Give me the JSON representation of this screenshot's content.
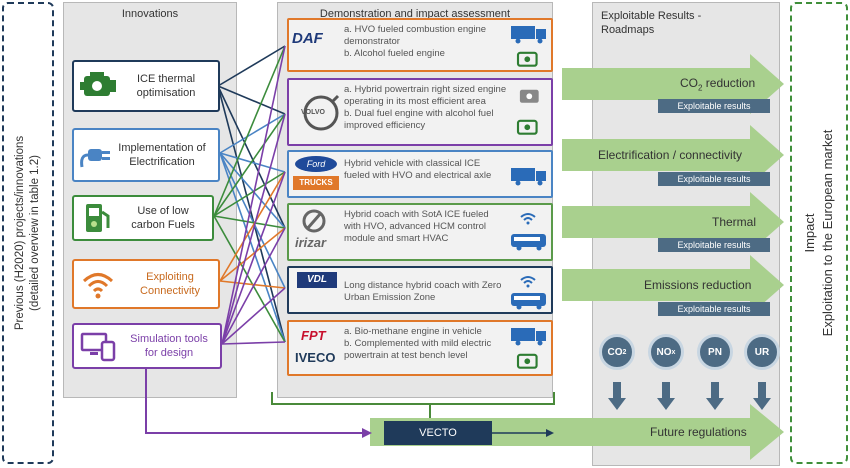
{
  "left_sidebar": {
    "text": "Previous (H2020) projects/innovations\n(detailed overview in table 1.2)"
  },
  "right_sidebar": {
    "line1": "Impact",
    "line2": "Exploitation to the European market"
  },
  "innovations": {
    "title": "Innovations",
    "items": [
      {
        "label": "ICE thermal optimisation",
        "icon": "engine-icon",
        "color": "#2e7d32"
      },
      {
        "label": "Implementation of Electrification",
        "icon": "plug-icon",
        "color": "#4a84c4"
      },
      {
        "label": "Use of low carbon Fuels",
        "icon": "fuel-pump-icon",
        "color": "#3c8c3c"
      },
      {
        "label": "Exploiting Connectivity",
        "icon": "wifi-icon",
        "color": "#e0782a"
      },
      {
        "label": "Simulation tools for design",
        "icon": "devices-icon",
        "color": "#7b3fa8"
      }
    ]
  },
  "demonstration": {
    "title": "Demonstration and impact assessment",
    "items": [
      {
        "logo": "DAF",
        "line1": "a. HVO fueled combustion engine",
        "line2": "demonstrator",
        "line3": "b. Alcohol fueled engine",
        "line4": "",
        "color": "#e0782a"
      },
      {
        "logo": "VOLVO",
        "line1": "a. Hybrid powertrain right sized engine",
        "line2": "operating in its most efficient area",
        "line3": "b. Dual fuel engine  with alcohol fuel",
        "line4": "improved efficiency",
        "color": "#7b3fa8"
      },
      {
        "logo": "Ford",
        "logo2": "TRUCKS",
        "line1": "Hybrid vehicle with classical ICE",
        "line2": "fueled with HVO and electrical axle",
        "line3": "",
        "line4": "",
        "color": "#4a84c4"
      },
      {
        "logo": "irizar",
        "line1": "Hybrid coach with SotA ICE fueled",
        "line2": "with HVO, advanced HCM control",
        "line3": "module and smart HVAC",
        "line4": "",
        "color": "#5a9a4a"
      },
      {
        "logo": "VDL",
        "line1": "Long distance hybrid coach with Zero",
        "line2": "Urban Emission Zone",
        "line3": "",
        "line4": "",
        "color": "#1f3a5a"
      },
      {
        "logo": "FPT",
        "logo2": "IVECO",
        "line1": "a. Bio-methane engine in vehicle",
        "line2": "b. Complemented with mild electric",
        "line3": "powertrain at test bench level",
        "line4": "",
        "color": "#e0782a"
      }
    ]
  },
  "results": {
    "title_line1": "Exploitable Results -",
    "title_line2": "Roadmaps",
    "arrows": [
      {
        "label": "CO",
        "sub": "2",
        "label_rest": " reduction",
        "tag": "Exploitable results"
      },
      {
        "label": "Electrification / connectivity",
        "sub": "",
        "label_rest": "",
        "tag": "Exploitable results"
      },
      {
        "label": "Thermal",
        "sub": "",
        "label_rest": "",
        "tag": "Exploitable results"
      },
      {
        "label": "Emissions reduction",
        "sub": "",
        "label_rest": "",
        "tag": "Exploitable results"
      }
    ],
    "circles": [
      {
        "main": "CO",
        "sub": "2"
      },
      {
        "main": "NO",
        "sub": "x"
      },
      {
        "main": "PN",
        "sub": ""
      },
      {
        "main": "UR",
        "sub": ""
      }
    ],
    "future": "Future regulations"
  },
  "vecto": {
    "label": "VECTO"
  },
  "colors": {
    "green_arrow": "#a9d08e",
    "navy": "#1f3a5a",
    "slate": "#4d6b84",
    "purple": "#7b3fa8"
  }
}
